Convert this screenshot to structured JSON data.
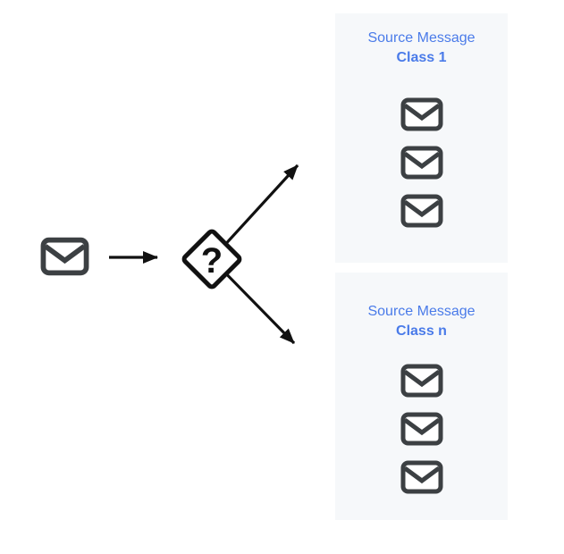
{
  "diagram": {
    "decision_label": "?",
    "input": {
      "icon": "envelope-icon"
    },
    "classes": [
      {
        "title_line1": "Source Message",
        "title_line2": "Class 1",
        "envelope_count": 3
      },
      {
        "title_line1": "Source Message",
        "title_line2": "Class n",
        "envelope_count": 3
      }
    ],
    "colors": {
      "title_blue": "#4a7be9",
      "envelope_gray": "#3c4043",
      "box_background": "#f6f8fa",
      "line_black": "#111111"
    }
  }
}
